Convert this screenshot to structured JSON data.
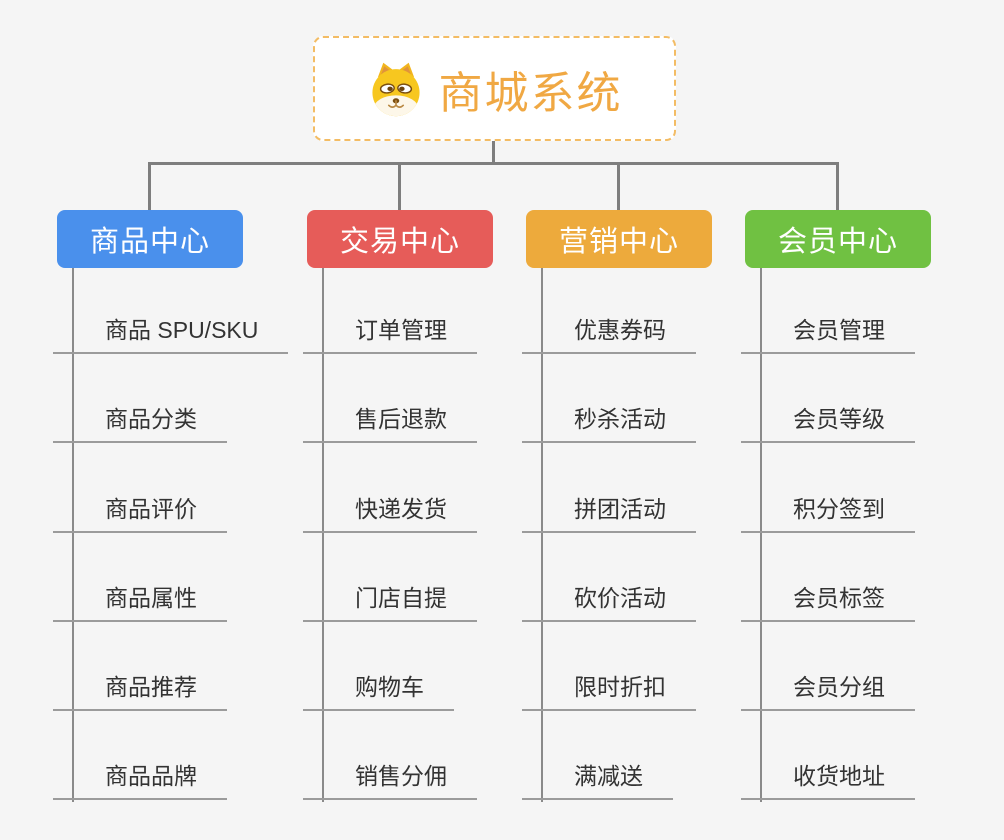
{
  "root": {
    "title": "商城系统",
    "icon": "doge-icon"
  },
  "branches": [
    {
      "label": "商品中心",
      "color": "#4a90ec",
      "children": [
        "商品 SPU/SKU",
        "商品分类",
        "商品评价",
        "商品属性",
        "商品推荐",
        "商品品牌"
      ]
    },
    {
      "label": "交易中心",
      "color": "#e65c59",
      "children": [
        "订单管理",
        "售后退款",
        "快递发货",
        "门店自提",
        "购物车",
        "销售分佣"
      ]
    },
    {
      "label": "营销中心",
      "color": "#edaa3c",
      "children": [
        "优惠券码",
        "秒杀活动",
        "拼团活动",
        "砍价活动",
        "限时折扣",
        "满减送"
      ]
    },
    {
      "label": "会员中心",
      "color": "#70c142",
      "children": [
        "会员管理",
        "会员等级",
        "积分签到",
        "会员标签",
        "会员分组",
        "收货地址"
      ]
    }
  ],
  "colors": {
    "canvas_background": "#f5f5f5",
    "root_border": "#f3bc64",
    "root_title": "#f0a843",
    "connector": "#7e7e7e",
    "trunk": "#8a8a8a",
    "child_underline": "#9b9b9b",
    "child_text": "#333333"
  }
}
